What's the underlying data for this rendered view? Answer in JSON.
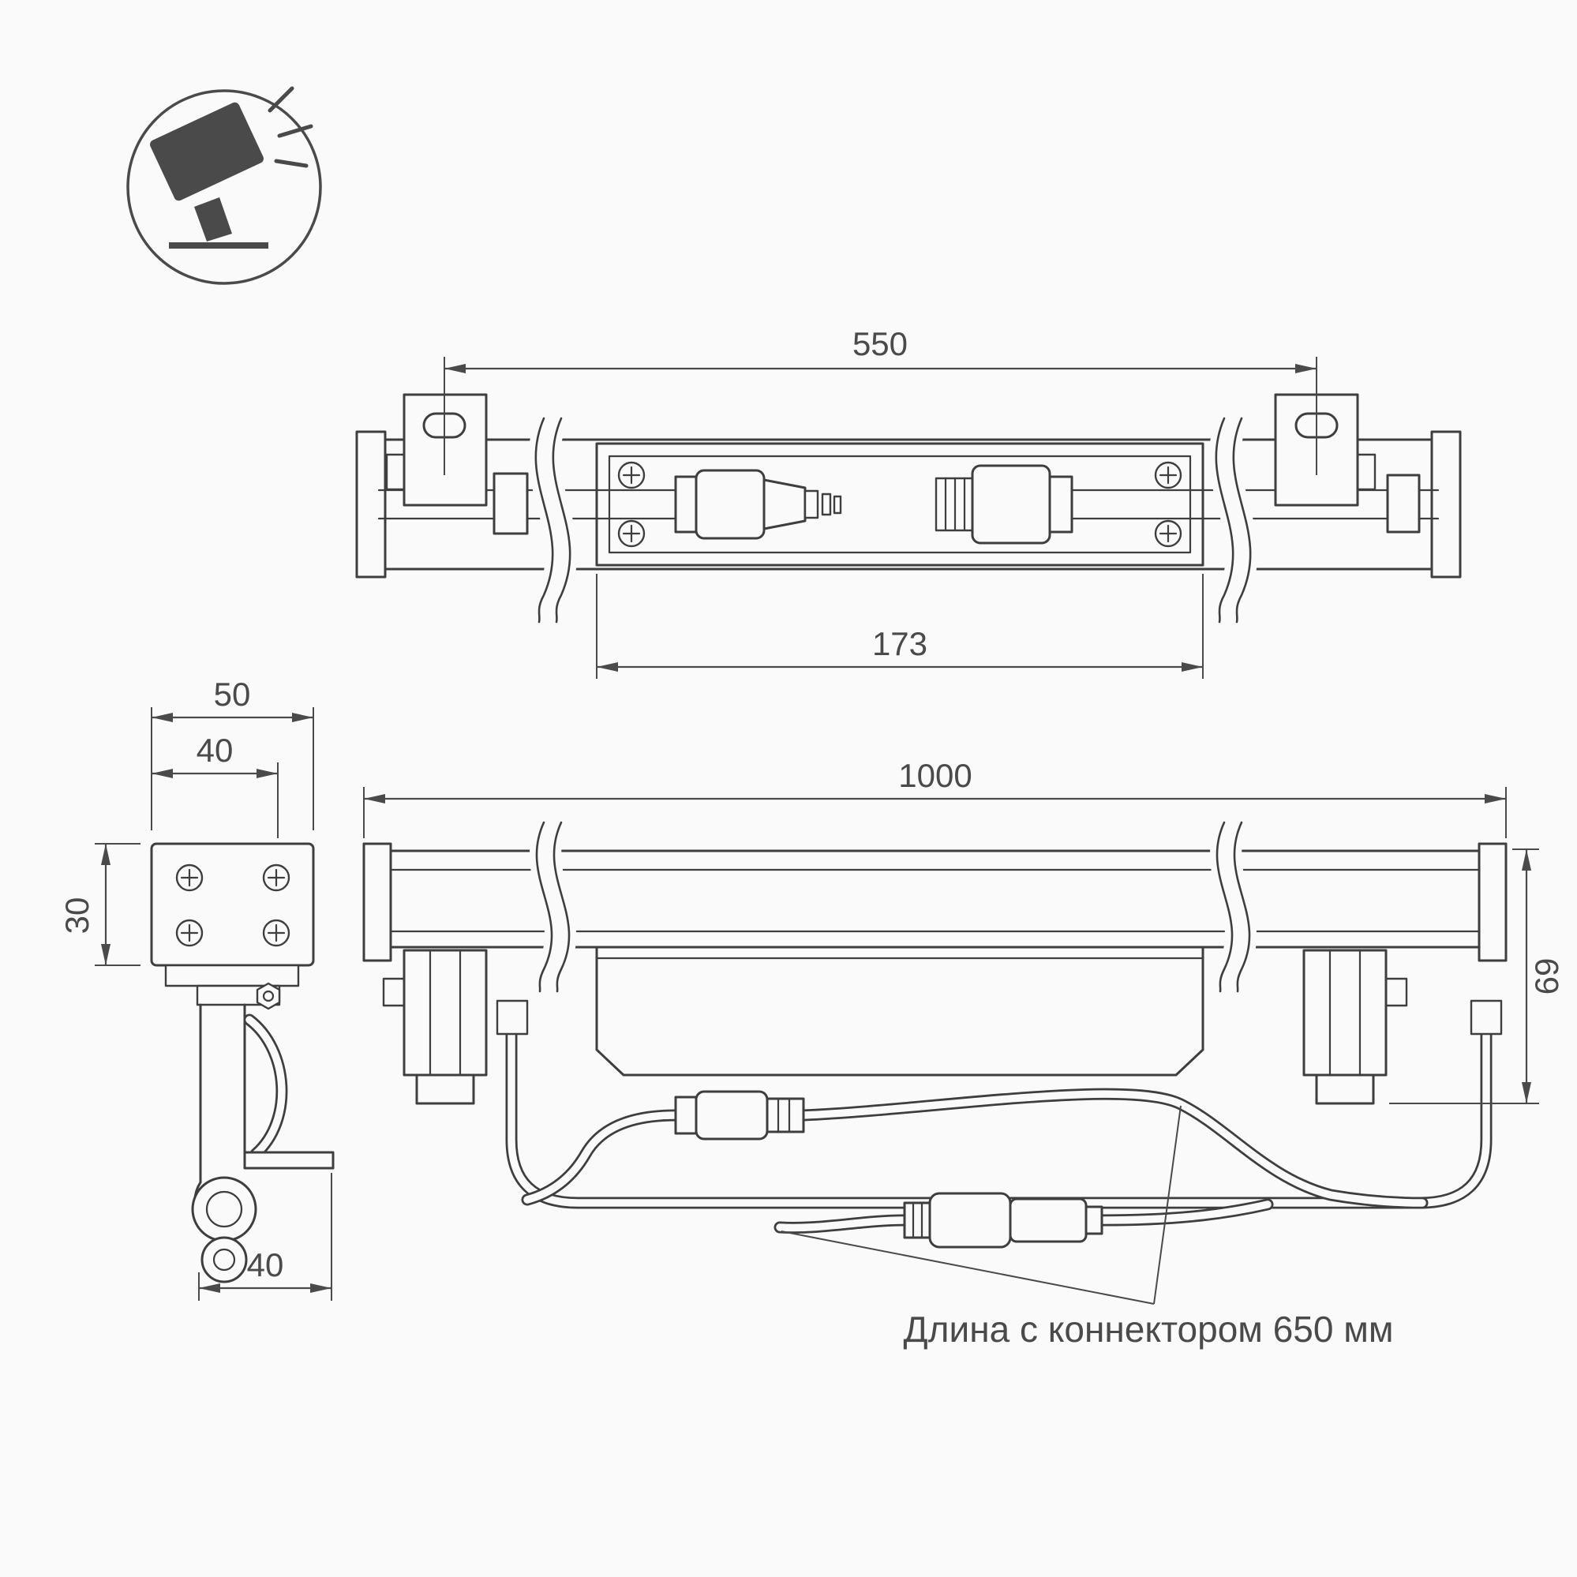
{
  "colors": {
    "background": "#fafafa",
    "line": "#3e3e3e",
    "text": "#4a4a4a",
    "icon_fill": "#4a4a4a"
  },
  "icon": {
    "name": "floodlight-ground-icon"
  },
  "top_view": {
    "dim_mount_spacing": "550",
    "dim_inner_section": "173"
  },
  "side_view": {
    "dim_width_outer": "50",
    "dim_width_inner": "40",
    "dim_height": "30",
    "dim_base_width": "40"
  },
  "front_view": {
    "dim_length": "1000",
    "dim_height": "69"
  },
  "note": {
    "connector_length": "Длина с коннектором 650 мм"
  }
}
